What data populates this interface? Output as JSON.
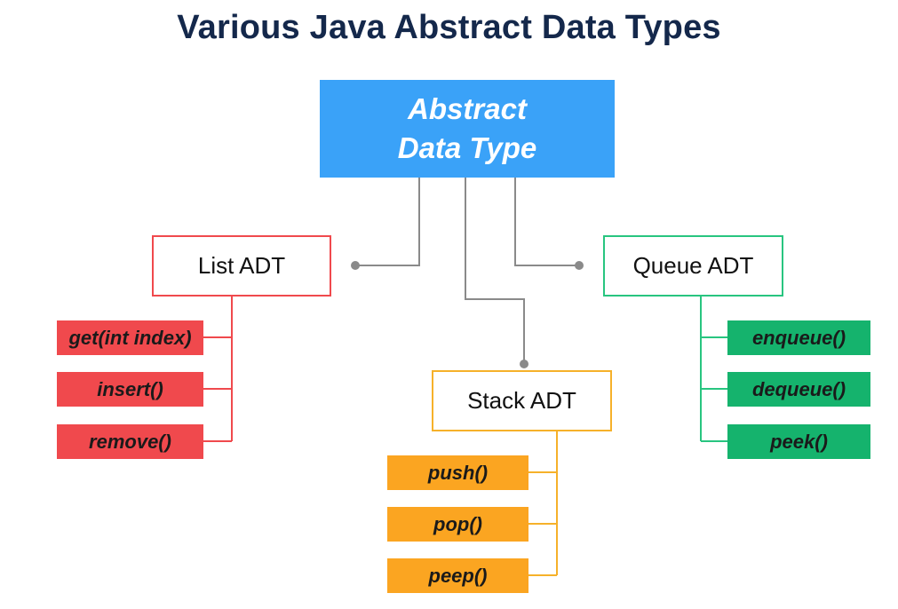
{
  "title": "Various Java Abstract Data Types",
  "root": {
    "line1": "Abstract",
    "line2": "Data Type",
    "color": "#3aa2f8"
  },
  "nodes": {
    "list": {
      "label": "List ADT",
      "color": "#f0494d",
      "operations": [
        "get(int index)",
        "insert()",
        "remove()"
      ]
    },
    "stack": {
      "label": "Stack ADT",
      "color": "#f6b12a",
      "operations": [
        "push()",
        "pop()",
        "peep()"
      ]
    },
    "queue": {
      "label": "Queue ADT",
      "color": "#28c580",
      "operations": [
        "enqueue()",
        "dequeue()",
        "peek()"
      ]
    }
  },
  "colors": {
    "title": "#14284b",
    "connector": "#888888"
  }
}
